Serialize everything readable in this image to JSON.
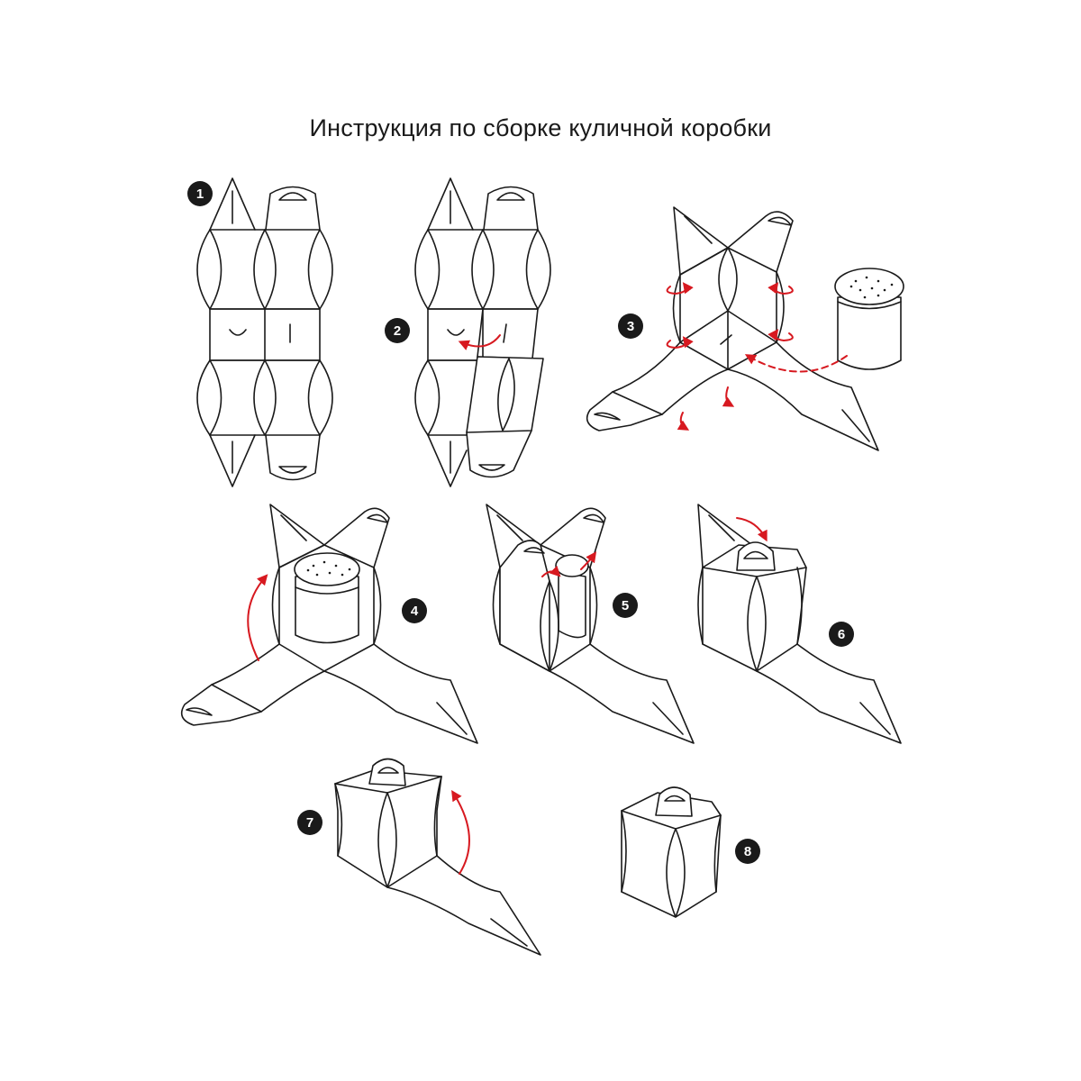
{
  "title": "Инструкция по сборке куличной коробки",
  "steps": [
    {
      "number": "1"
    },
    {
      "number": "2"
    },
    {
      "number": "3"
    },
    {
      "number": "4"
    },
    {
      "number": "5"
    },
    {
      "number": "6"
    },
    {
      "number": "7"
    },
    {
      "number": "8"
    }
  ],
  "colors": {
    "line": "#1a1a1a",
    "arrow": "#d71920",
    "badge": "#1a1a1a",
    "background": "#ffffff"
  }
}
